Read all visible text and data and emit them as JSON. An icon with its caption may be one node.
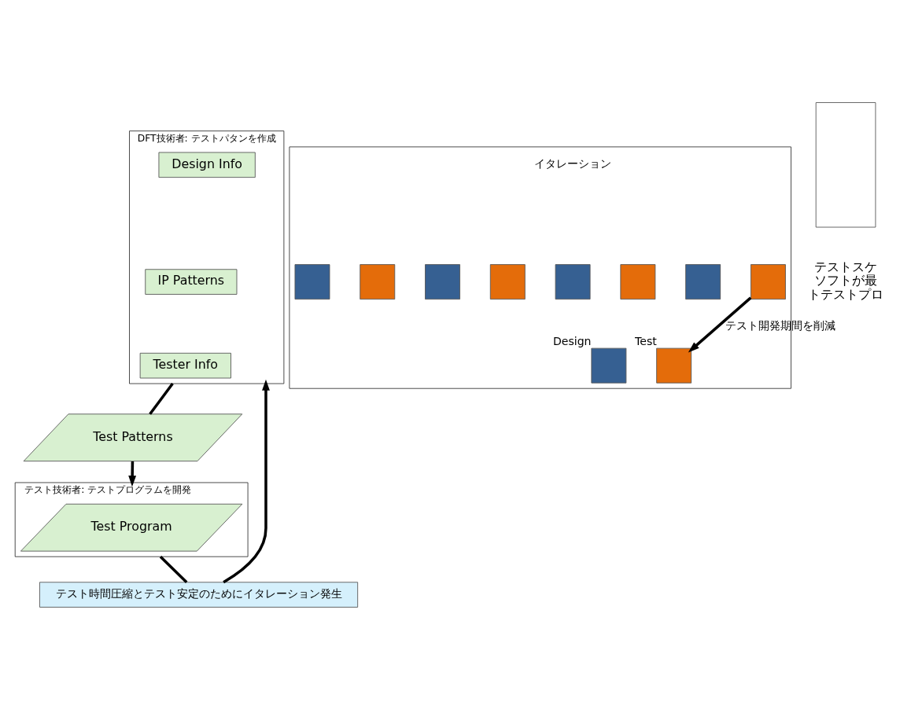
{
  "diagram": {
    "nodes": [
      {
        "text": [
          "DFT技術者: テストパタンを作成"
        ]
      },
      {
        "text": [
          "Design Info"
        ],
        "in": 0
      },
      {
        "text": [
          "IP Patterns"
        ],
        "in": 0
      },
      {
        "text": [
          "Tester Info"
        ],
        "in": 0
      },
      {
        "text": [
          "Test Patterns"
        ]
      },
      {
        "text": [
          "テスト技術者: テストプログラムを開発"
        ]
      },
      {
        "text": [
          "Test Program"
        ],
        "in": 5
      },
      {
        "text": [
          "テスト時間圧縮とテスト安定のためにイタレーション発生"
        ]
      },
      {
        "text": [],
        "shape": "box"
      },
      {
        "text": [],
        "shape": "box",
        "in": 8
      },
      {
        "text": [],
        "shape": "box",
        "in": 8
      },
      {
        "text": [],
        "shape": "box",
        "in": 8
      },
      {
        "text": [],
        "shape": "box",
        "in": 8
      },
      {
        "text": [],
        "shape": "box",
        "in": 8
      },
      {
        "text": [],
        "shape": "box",
        "in": 8
      },
      {
        "text": [],
        "shape": "box",
        "in": 8
      },
      {
        "text": [],
        "shape": "box",
        "in": 8
      },
      {
        "text": [],
        "shape": "box",
        "in": 8,
        "beside": [
          "Design"
        ]
      },
      {
        "text": [],
        "shape": "box",
        "in": 8,
        "beside": [
          "Test"
        ]
      },
      {
        "text": [],
        "shape": "box"
      }
    ],
    "edges": [
      {
        "from": 0,
        "to": 4,
        "arrow": "none"
      },
      {
        "from": 4,
        "to": 5,
        "arrow": "to"
      },
      {
        "from": 5,
        "to": 7,
        "arrow": "none"
      },
      {
        "from": 7,
        "to": 0,
        "arrow": "to"
      },
      {
        "from": 16,
        "to": 18,
        "arrow": "to",
        "label": "テスト開発期間を削減"
      }
    ],
    "labels": [
      "イタレーション",
      "テストスケ",
      "ソフトが最",
      "トテストプロ"
    ]
  }
}
